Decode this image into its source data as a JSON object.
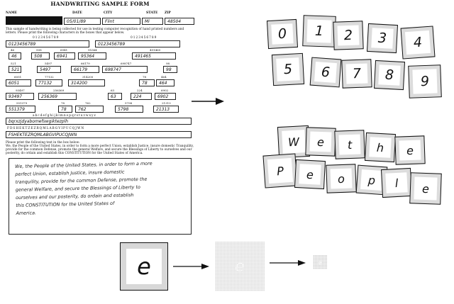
{
  "form": {
    "title": "HANDWRITING SAMPLE FORM",
    "field_labels": [
      "NAME",
      "DATE",
      "CITY",
      "STATE",
      "ZIP"
    ],
    "date_value": "05/01/89",
    "city_value": "Flint",
    "state_value": "Mi",
    "zip_value": "48504",
    "instructions": "This sample of handwriting is being collected for use in testing computer recognition of hand printed numbers and letters. Please print the following characters in the boxes that appear below.",
    "digits_printed": "0123456789",
    "digits_handwritten_1": "0123456789",
    "digits_handwritten_2": "0123456789",
    "number_fields": [
      {
        "caption": "46",
        "value": "46"
      },
      {
        "caption": "508",
        "value": "508"
      },
      {
        "caption": "6941",
        "value": "6941"
      },
      {
        "caption": "95364",
        "value": "95364"
      },
      {
        "caption": "491465",
        "value": "491465"
      },
      {
        "caption": "521",
        "value": "521"
      },
      {
        "caption": "5497",
        "value": "5497"
      },
      {
        "caption": "66179",
        "value": "66179"
      },
      {
        "caption": "698747",
        "value": "698747"
      },
      {
        "caption": "98",
        "value": "98"
      },
      {
        "caption": "6051",
        "value": "6051"
      },
      {
        "caption": "77132",
        "value": "77132"
      },
      {
        "caption": "314200",
        "value": "314200"
      },
      {
        "caption": "78",
        "value": "78"
      },
      {
        "caption": "464",
        "value": "464"
      },
      {
        "caption": "93497",
        "value": "93497"
      },
      {
        "caption": "256369",
        "value": "256369"
      },
      {
        "caption": "63",
        "value": "63"
      },
      {
        "caption": "224",
        "value": "224"
      },
      {
        "caption": "6902",
        "value": "6902"
      },
      {
        "caption": "551379",
        "value": "551379"
      },
      {
        "caption": "78",
        "value": "78"
      },
      {
        "caption": "762",
        "value": "762"
      },
      {
        "caption": "5798",
        "value": "5798"
      },
      {
        "caption": "21313",
        "value": "21313"
      }
    ],
    "lowercase_printed": "abcdefghijklmnopqrstuvwxyz",
    "lowercase_handwritten": "bqrxzjdyabomefswgiktezplh",
    "uppercase_printed": "FDSHEKTZEZRQMLABGVIPUCQJWN",
    "uppercase_handwritten": "FSHEKTEZRQMLABGVIPUCQJWN",
    "paragraph_instructions": "Please print the following text in the box below:",
    "paragraph_printed": "We, the People of the United States, in order to form a more perfect Union, establish Justice, insure domestic Tranquility, provide for the common Defense, promote the general Welfare, and secure the Blessings of Liberty to ourselves and our posterity, do ordain and establish this CONSTITUTION for the United States of America.",
    "paragraph_handwritten": [
      "We, the People of the United States, in order to form a more",
      "perfect Union, establish Justice, insure domestic",
      "tranquility, provide for the common Defense, promote the",
      "general Welfare, and secure the Blessings of Liberty to",
      "ourselves and our posterity, do ordain and establish",
      "this CONSTITUTION for the United States of",
      "America."
    ]
  },
  "digit_tiles": [
    "0",
    "1",
    "2",
    "3",
    "4",
    "5",
    "6",
    "7",
    "8",
    "9"
  ],
  "word_tiles_row1": [
    "W",
    "e",
    "t",
    "h",
    "e"
  ],
  "word_tiles_row2": [
    "P",
    "e",
    "o",
    "p",
    "l",
    "e"
  ],
  "pipeline": {
    "source_letter": "e",
    "noisy_letter": "e",
    "downsampled_letter": "e"
  },
  "colors": {
    "tile_frame": "#dcdcdc",
    "tile_border": "#111111",
    "arrow": "#111111",
    "redaction": "#111111"
  }
}
